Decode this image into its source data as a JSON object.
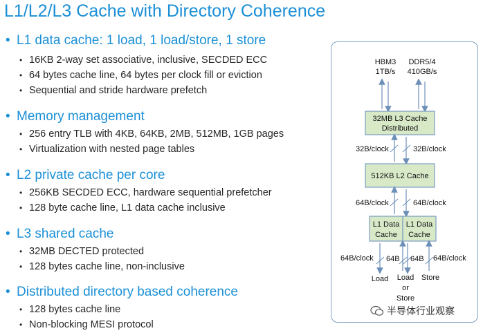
{
  "title": "L1/L2/L3 Cache with Directory Coherence",
  "sections": [
    {
      "heading": "L1 data cache: 1 load, 1 load/store, 1 store",
      "items": [
        "16KB 2-way set associative, inclusive, SECDED ECC",
        "64 bytes cache line, 64 bytes per clock fill or eviction",
        "Sequential and stride hardware prefetch"
      ]
    },
    {
      "heading": "Memory management",
      "items": [
        "256 entry TLB with 4KB, 64KB, 2MB, 512MB, 1GB pages",
        "Virtualization with nested page tables"
      ]
    },
    {
      "heading": "L2 private cache per core",
      "items": [
        "256KB SECDED ECC, hardware sequential prefetcher",
        "128 byte cache line, L1 data cache inclusive"
      ]
    },
    {
      "heading": "L3 shared cache",
      "items": [
        "32MB DECTED protected",
        "128 bytes cache line, non-inclusive"
      ]
    },
    {
      "heading": "Distributed directory based coherence",
      "items": [
        "128 bytes cache line",
        "Non-blocking MESI protocol"
      ]
    }
  ],
  "diagram": {
    "hbm": [
      "HBM3",
      "1TB/s"
    ],
    "ddr": [
      "DDR5/4",
      "410GB/s"
    ],
    "l3": [
      "32MB L3 Cache",
      "Distributed"
    ],
    "l3_left_bw": "32B/clock",
    "l3_right_bw": "32B/clock",
    "l2": "512KB L2 Cache",
    "l2_left_bw": "64B/clock",
    "l2_right_bw": "64B/clock",
    "l1a": [
      "L1 Data",
      "Cache"
    ],
    "l1b": [
      "L1 Data",
      "Cache"
    ],
    "bottom_bw": [
      "64B/clock",
      "64B",
      "64B",
      "64B/clock"
    ],
    "ports": {
      "load": "Load",
      "loadstore": [
        "Load",
        "or",
        "Store"
      ],
      "store": "Store"
    }
  },
  "watermark": "半导体行业观察",
  "colors": {
    "accent": "#1a8fd6",
    "cache_fill": "#d8e9c8",
    "box_border": "#7da0c4"
  }
}
